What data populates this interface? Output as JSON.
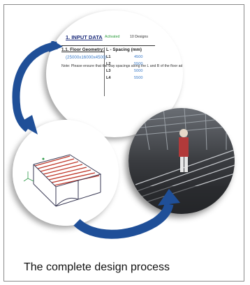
{
  "caption": "The complete design process",
  "input_sheet": {
    "title": "1. INPUT DATA",
    "status": "Activated",
    "designs": "10 Designs",
    "floor_geometry_label": "1.1. Floor Geometry:",
    "spacing_header": "L - Spacing (mm)",
    "dimensions": "(25000x16000x4500)",
    "note": "Note: Please ensure that the way spacings along the L and B of the floor add up to the overall dimensions specified",
    "spacings": [
      {
        "label": "L1",
        "value": "4500"
      },
      {
        "label": "L2",
        "value": "5500"
      },
      {
        "label": "L3",
        "value": "5000"
      },
      {
        "label": "L4",
        "value": "5500"
      }
    ]
  },
  "colors": {
    "arrow_blue": "#1f4f98",
    "sheet_title": "#1a2a7a",
    "status_green": "#2a9a3a",
    "value_blue": "#3a7ac8",
    "border": "#8a8a8a"
  },
  "icons": [
    "curved-arrow-icon",
    "curved-arrow-icon",
    "curved-arrow-icon"
  ]
}
